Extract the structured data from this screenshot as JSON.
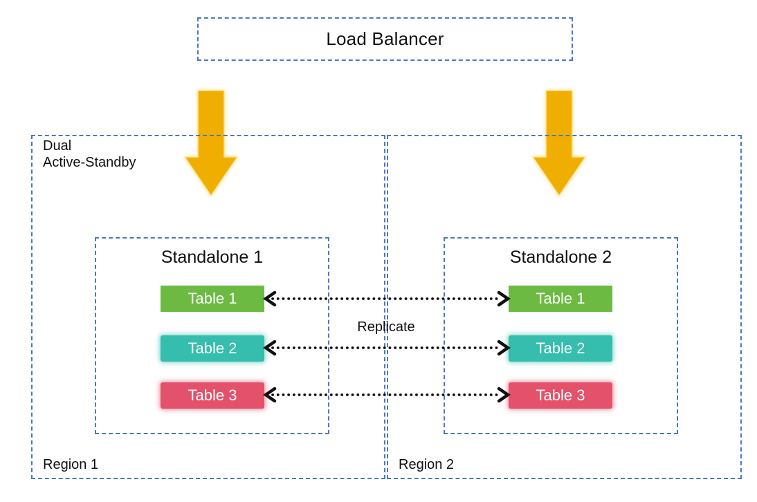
{
  "diagram": {
    "load_balancer_label": "Load Balancer",
    "replicate_label": "Replicate",
    "region1": {
      "annotation_line1": "Dual",
      "annotation_line2": "Active-Standby",
      "label": "Region 1",
      "standalone_label": "Standalone 1",
      "tables": [
        "Table 1",
        "Table 2",
        "Table 3"
      ]
    },
    "region2": {
      "label": "Region 2",
      "standalone_label": "Standalone 2",
      "tables": [
        "Table 1",
        "Table 2",
        "Table 3"
      ]
    },
    "colors": {
      "border_blue": "#4a76c8",
      "arrow_orange": "#f0af00",
      "arrow_glow": "#ffe49c",
      "table_green": "#6cba42",
      "table_teal": "#35bdad",
      "table_red": "#e4516a",
      "replication_black": "#111111"
    }
  }
}
